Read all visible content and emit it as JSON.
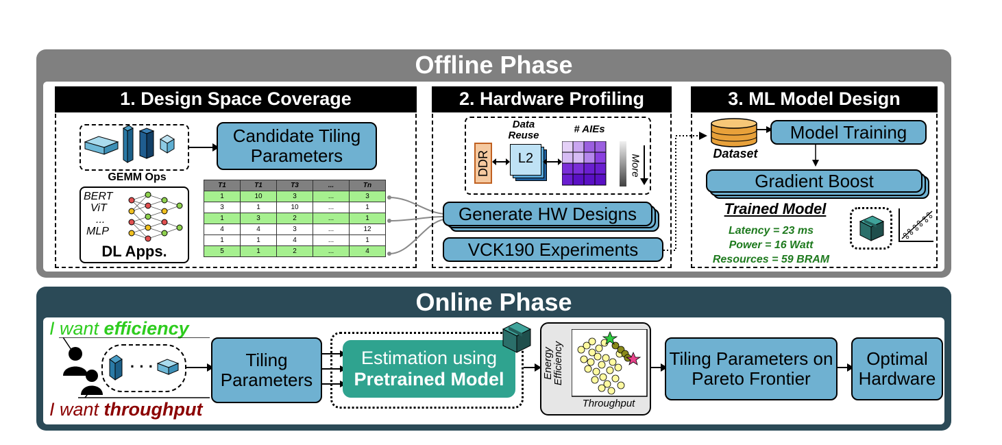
{
  "offline": {
    "title": "Offline Phase",
    "section1": {
      "header": "1. Design Space Coverage",
      "gemm_label": "GEMM Ops",
      "candidate_box": "Candidate Tiling Parameters",
      "dl_models": [
        "BERT",
        "ViT",
        "...",
        "MLP"
      ],
      "dl_label": "DL Apps.",
      "table": {
        "headers": [
          "T1",
          "T1",
          "T3",
          "...",
          "Tn"
        ],
        "rows": [
          [
            "1",
            "10",
            "3",
            "...",
            "3"
          ],
          [
            "3",
            "1",
            "10",
            "...",
            "1"
          ],
          [
            "1",
            "3",
            "2",
            "...",
            "1"
          ],
          [
            "4",
            "4",
            "3",
            "...",
            "12"
          ],
          [
            "1",
            "1",
            "4",
            "...",
            "1"
          ],
          [
            "5",
            "1",
            "2",
            "...",
            "4"
          ]
        ]
      }
    },
    "section2": {
      "header": "2. Hardware Profiling",
      "ddr": "DDR",
      "data_reuse": "Data Reuse",
      "l2": "L2",
      "aies": "# AIEs",
      "more": "More",
      "generate_box": "Generate HW Designs",
      "vck_box": "VCK190 Experiments"
    },
    "section3": {
      "header": "3. ML Model Design",
      "dataset": "Dataset",
      "training_box": "Model Training",
      "gradient_box": "Gradient Boost",
      "trained_title": "Trained Model",
      "metrics": [
        "Latency =  23 ms",
        "Power = 16 Watt",
        "Resources = 59 BRAM"
      ]
    }
  },
  "online": {
    "title": "Online Phase",
    "want_efficiency_prefix": "I want ",
    "want_efficiency_word": "efficiency",
    "want_throughput_prefix": "I want ",
    "want_throughput_word": "throughput",
    "dots": "· · ·",
    "tiling_box": "Tiling Parameters",
    "estimation_line1": "Estimation using",
    "estimation_line2": "Pretrained Model",
    "plot_ylabel": "Energy Efficiency",
    "plot_xlabel": "Throughput",
    "pareto_box": "Tiling Parameters on Pareto Frontier",
    "optimal_box": "Optimal Hardware"
  },
  "colors": {
    "offline_bg": "#808080",
    "online_bg": "#2b4a57",
    "box_blue": "#6fb1d1",
    "teal": "#2fa38f",
    "green_text": "#1e7a1e",
    "efficiency_green": "#2ecc1e",
    "throughput_red": "#8b0000"
  }
}
